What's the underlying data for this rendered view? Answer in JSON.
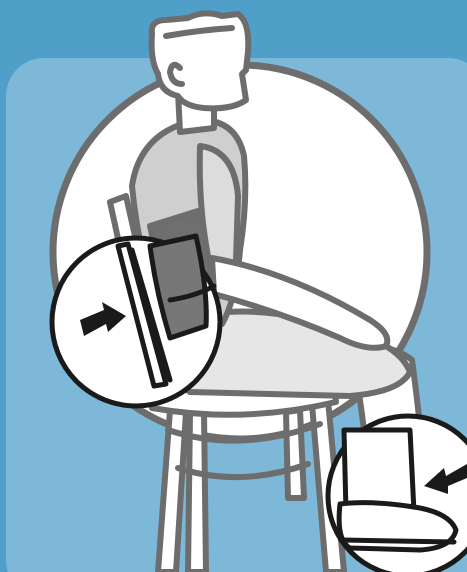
{
  "illustration": {
    "subject": "seated-posture",
    "colors": {
      "background": "#4f9fc8",
      "panel": "#7db8d9",
      "circle_fill": "#ffffff",
      "outline": "#6d6d6d",
      "figure_light": "#dcdcdc",
      "figure_mid": "#c4c4c4",
      "figure_dark": "#8c8c8c",
      "chair": "#7a7a7a",
      "ink": "#1a1a1a"
    },
    "callouts": [
      {
        "name": "lower-back-support",
        "icon": "arrow-right-icon"
      },
      {
        "name": "feet-flat-on-floor",
        "icon": "arrow-left-icon"
      }
    ]
  }
}
